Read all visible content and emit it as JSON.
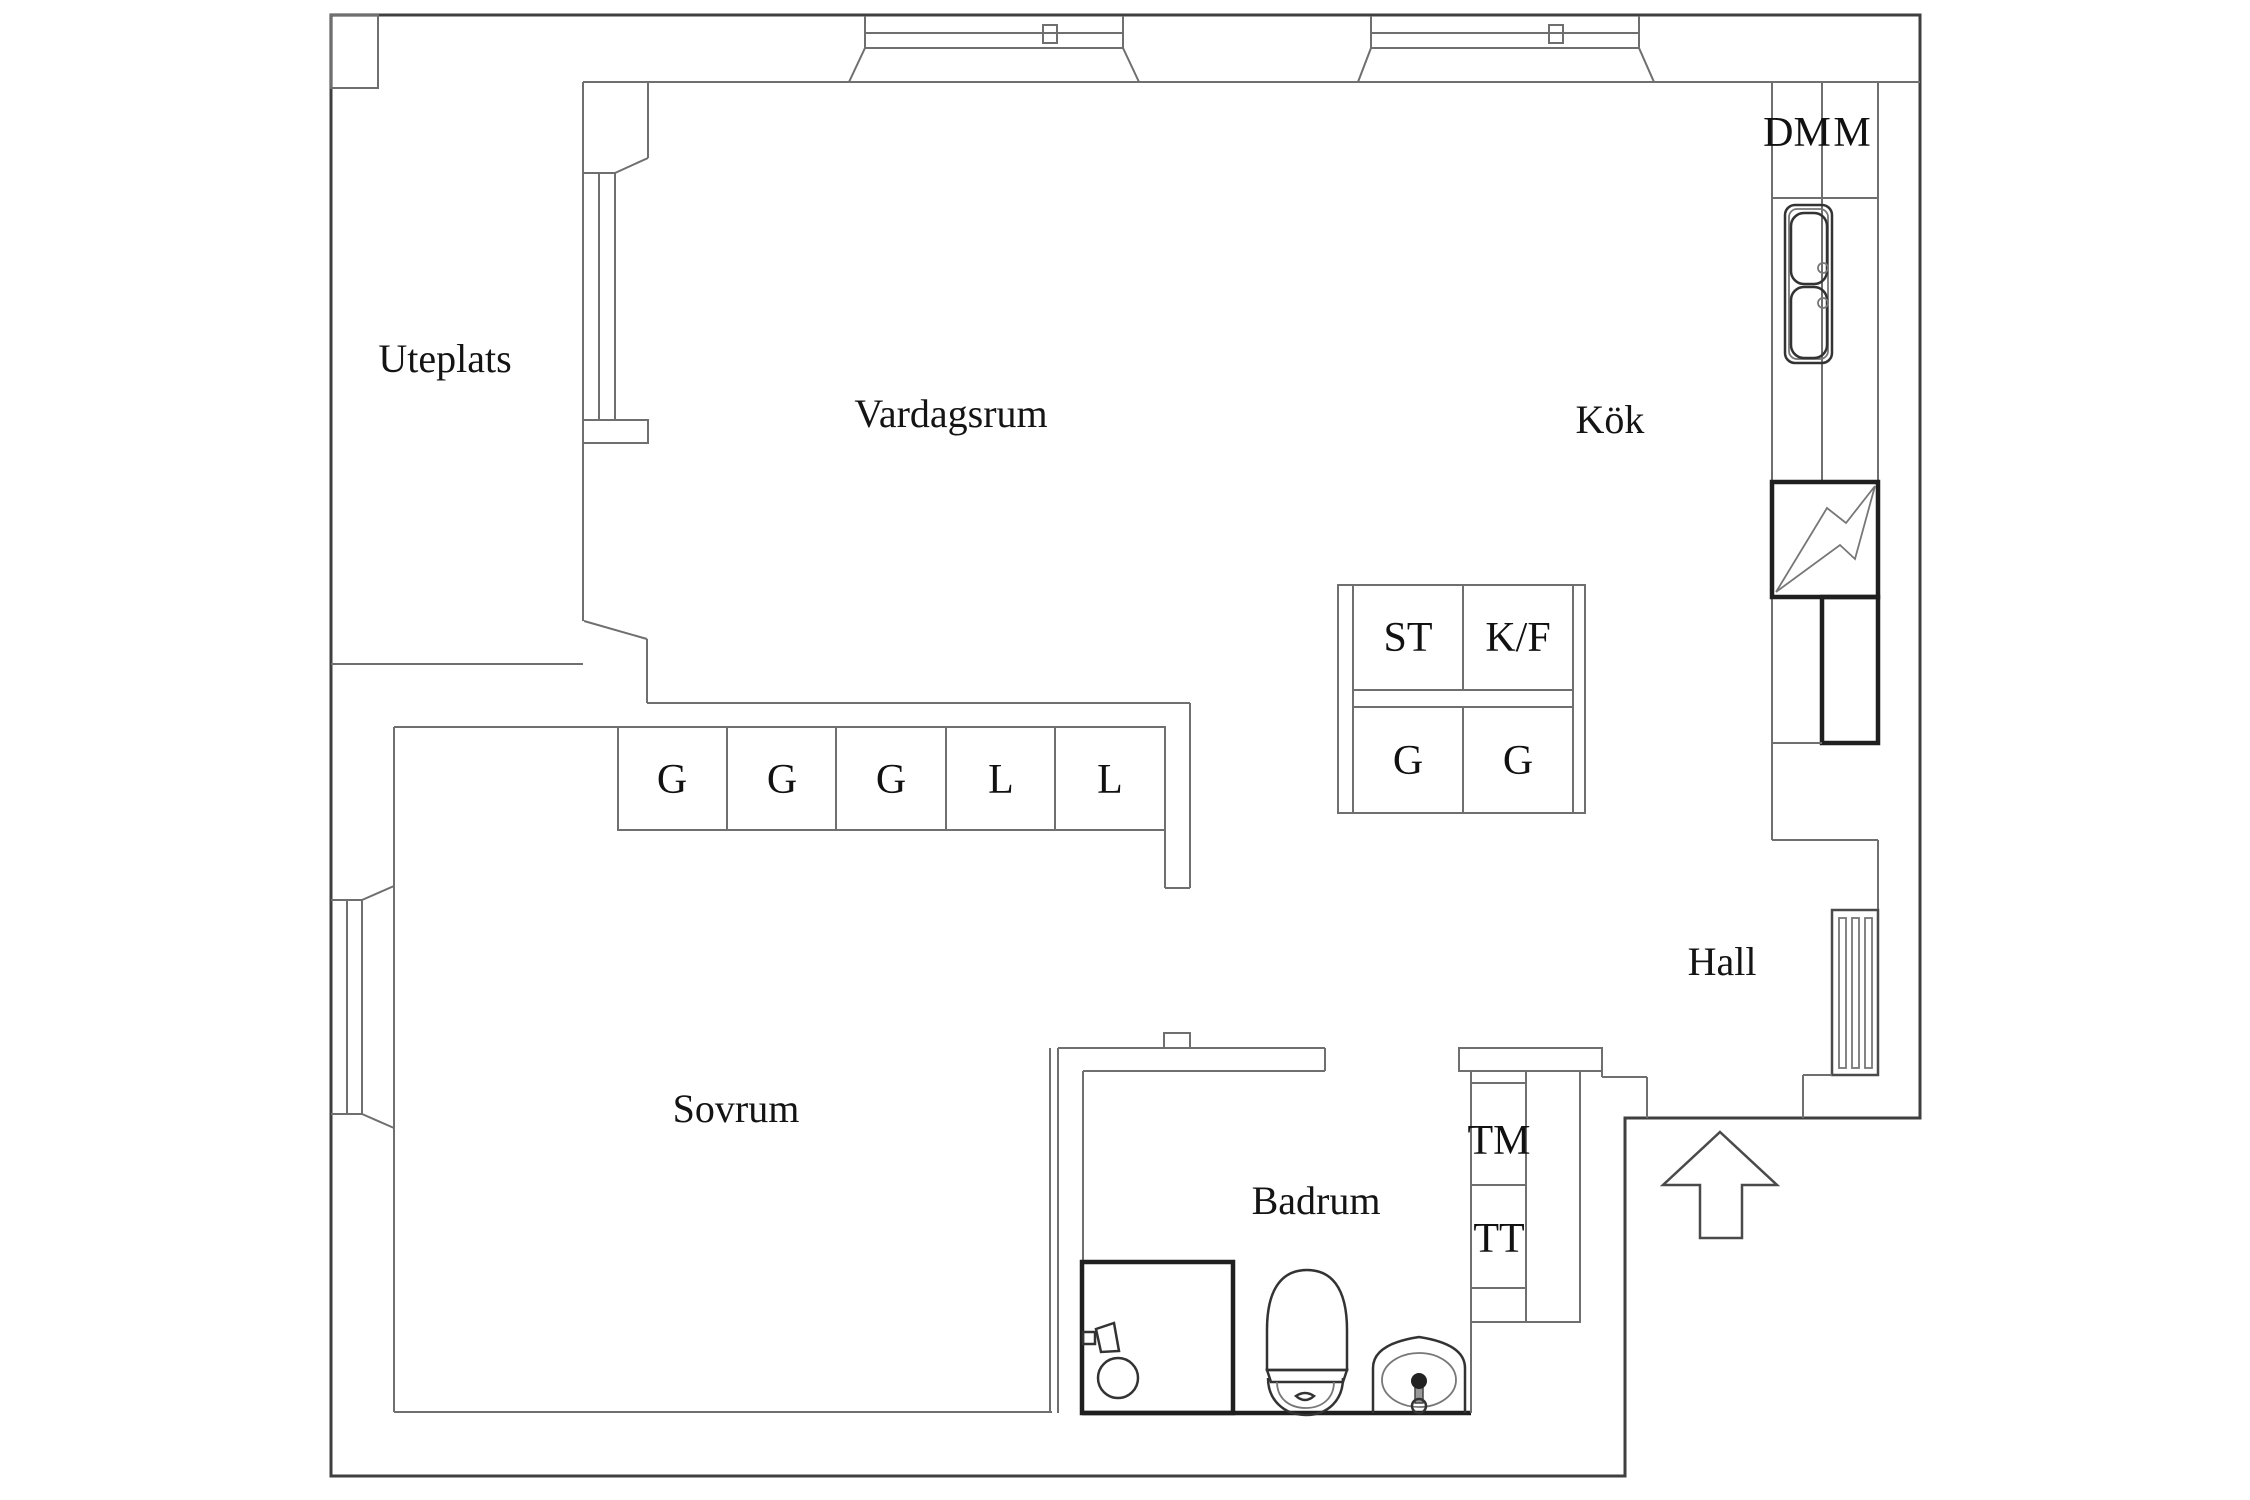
{
  "plan": {
    "rooms": {
      "uteplats": "Uteplats",
      "vardagsrum": "Vardagsrum",
      "kok": "Kök",
      "hall": "Hall",
      "sovrum": "Sovrum",
      "badrum": "Badrum"
    },
    "kitchen_units": {
      "dm": "DM",
      "m": "M"
    },
    "pantry_block": {
      "st": "ST",
      "kf": "K/F",
      "g_left": "G",
      "g_right": "G"
    },
    "wardrobes": [
      "G",
      "G",
      "G",
      "L",
      "L"
    ],
    "laundry": {
      "tm": "TM",
      "tt": "TT"
    },
    "colors": {
      "wall": "#6f6f6f",
      "outer_wall": "#3f3f3f",
      "fixture_bold": "#1f1f1f",
      "text": "#141414",
      "background": "#ffffff"
    }
  }
}
